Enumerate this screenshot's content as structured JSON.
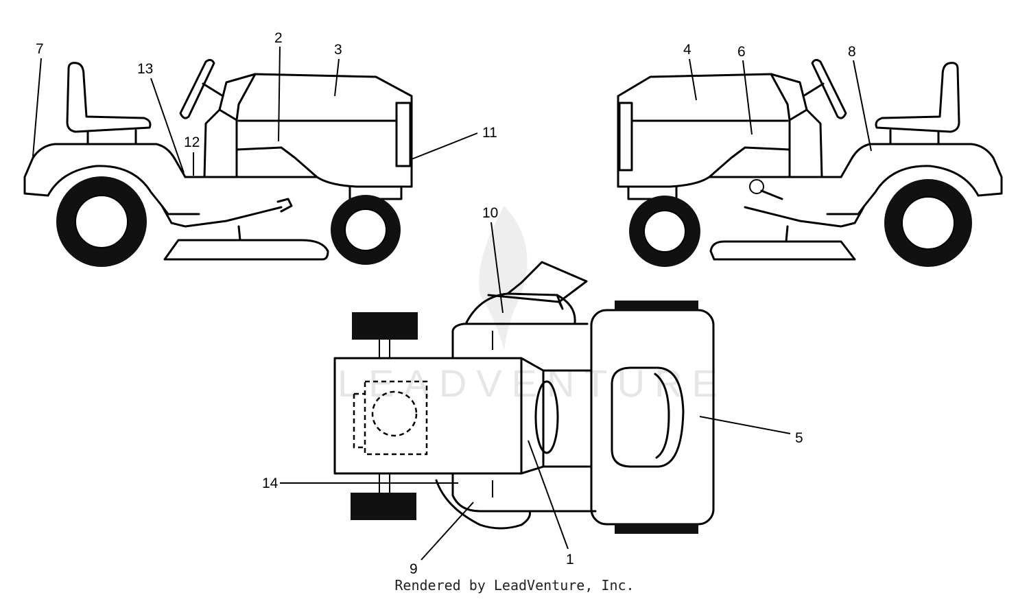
{
  "watermark": "LEADVENTURE",
  "footer": "Rendered by LeadVenture, Inc.",
  "callouts": {
    "c1": "1",
    "c2": "2",
    "c3": "3",
    "c4": "4",
    "c5": "5",
    "c6": "6",
    "c7": "7",
    "c8": "8",
    "c9": "9",
    "c10": "10",
    "c11": "11",
    "c12": "12",
    "c13": "13",
    "c14": "14"
  }
}
